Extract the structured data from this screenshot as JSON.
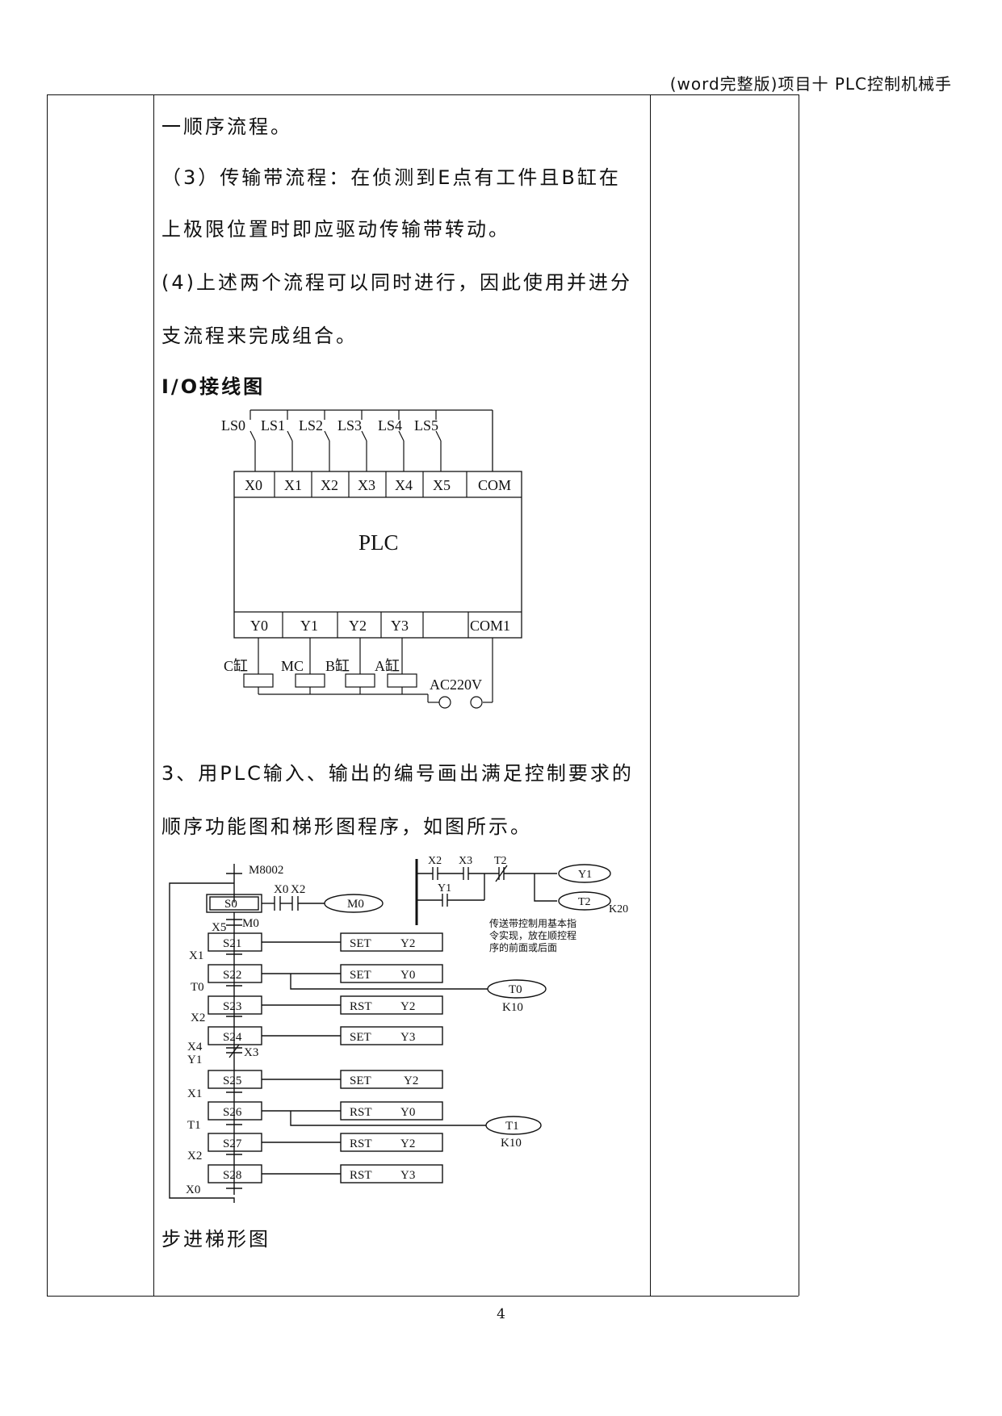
{
  "header": {
    "title": "(word完整版)项目十  PLC控制机械手"
  },
  "body": {
    "line1": "一顺序流程。",
    "line2": "（3）传输带流程：在侦测到E点有工件且B缸在",
    "line3": "上极限位置时即应驱动传输带转动。",
    "line4": "(4)上述两个流程可以同时进行，因此使用并进分",
    "line5": "支流程来完成组合。",
    "io_heading": "I/O接线图",
    "line6": "3、用PLC输入、输出的编号画出满足控制要求的",
    "line7": "顺序功能图和梯形图程序，如图所示。",
    "caption": "步进梯形图"
  },
  "io_diagram": {
    "switches": [
      "LS0",
      "LS1",
      "LS2",
      "LS3",
      "LS4",
      "LS5"
    ],
    "inputs": [
      "X0",
      "X1",
      "X2",
      "X3",
      "X4",
      "X5",
      "COM"
    ],
    "plc": "PLC",
    "outputs": [
      "Y0",
      "Y1",
      "Y2",
      "Y3",
      "",
      "COM1"
    ],
    "loads": [
      "C缸",
      "MC",
      "B缸",
      "A缸"
    ],
    "power": "AC220V"
  },
  "sfc": {
    "init_contact": "M8002",
    "steps": [
      "S0",
      "S21",
      "S22",
      "S23",
      "S24",
      "S25",
      "S26",
      "S27",
      "S28"
    ],
    "s0_contacts": [
      "X0",
      "X2"
    ],
    "s0_coil": "M0",
    "transitions": [
      "X5",
      "M0",
      "X1",
      "T0",
      "X2",
      "X4",
      "Y1",
      "X3",
      "X1",
      "T1",
      "X2",
      "X0"
    ],
    "actions": [
      {
        "op": "SET",
        "dev": "Y2"
      },
      {
        "op": "SET",
        "dev": "Y0"
      },
      {
        "op": "RST",
        "dev": "Y2"
      },
      {
        "op": "SET",
        "dev": "Y3"
      },
      {
        "op": "SET",
        "dev": "Y2"
      },
      {
        "op": "RST",
        "dev": "Y0"
      },
      {
        "op": "RST",
        "dev": "Y2"
      },
      {
        "op": "RST",
        "dev": "Y3"
      }
    ],
    "timer1": {
      "name": "T0",
      "k": "K10"
    },
    "timer2": {
      "name": "T1",
      "k": "K10"
    }
  },
  "ladder": {
    "contacts": [
      "X2",
      "X3",
      "T2",
      "Y1"
    ],
    "coils": [
      "Y1",
      "T2"
    ],
    "k": "K20",
    "note": [
      "传送带控制用基本指",
      "令实现，放在顺控程",
      "序的前面或后面"
    ]
  },
  "page_number": "4"
}
